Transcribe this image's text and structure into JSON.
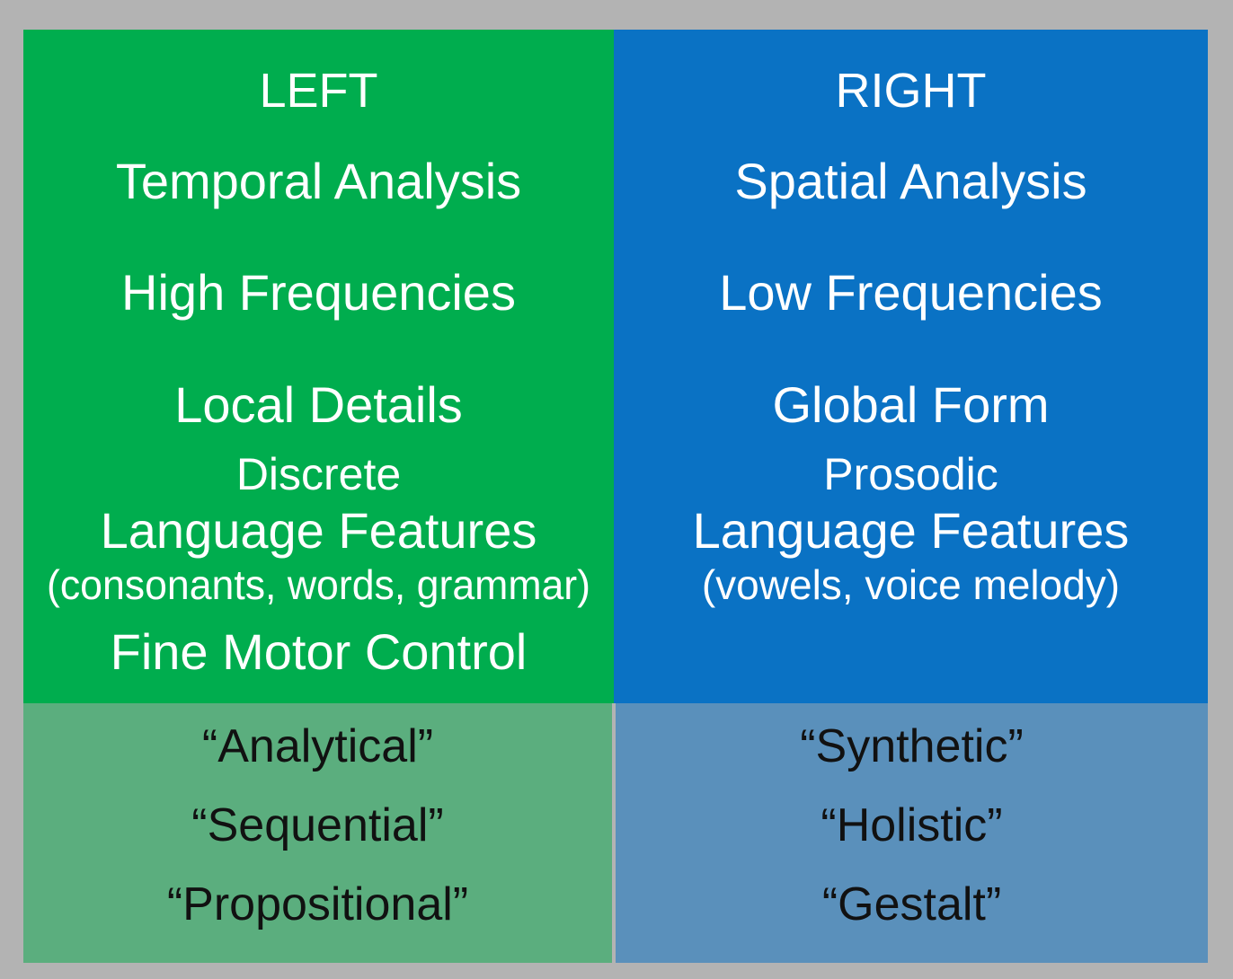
{
  "figure": {
    "title": "Brain Hemisphere Lateralization Comparison Table",
    "colors": {
      "frame_gray": "#b3b3b3",
      "left_green": "#00ad4e",
      "right_blue": "#0a72c4",
      "left_green_light": "#5bae7e",
      "right_blue_light": "#5a90bb",
      "white_text": "#ffffff",
      "dark_text": "#111111"
    }
  },
  "left": {
    "heading": "LEFT",
    "items": [
      "Temporal Analysis",
      "High Frequencies",
      "Local Details",
      "Discrete",
      "Language Features",
      "(consonants, words, grammar)",
      "Fine Motor Control"
    ],
    "labels": [
      "“Analytical”",
      "“Sequential”",
      "“Propositional”"
    ]
  },
  "right": {
    "heading": "RIGHT",
    "items": [
      "Spatial Analysis",
      "Low Frequencies",
      "Global Form",
      "Prosodic",
      "Language Features",
      "(vowels, voice melody)",
      ""
    ],
    "labels": [
      "“Synthetic”",
      "“Holistic”",
      "“Gestalt”"
    ]
  }
}
